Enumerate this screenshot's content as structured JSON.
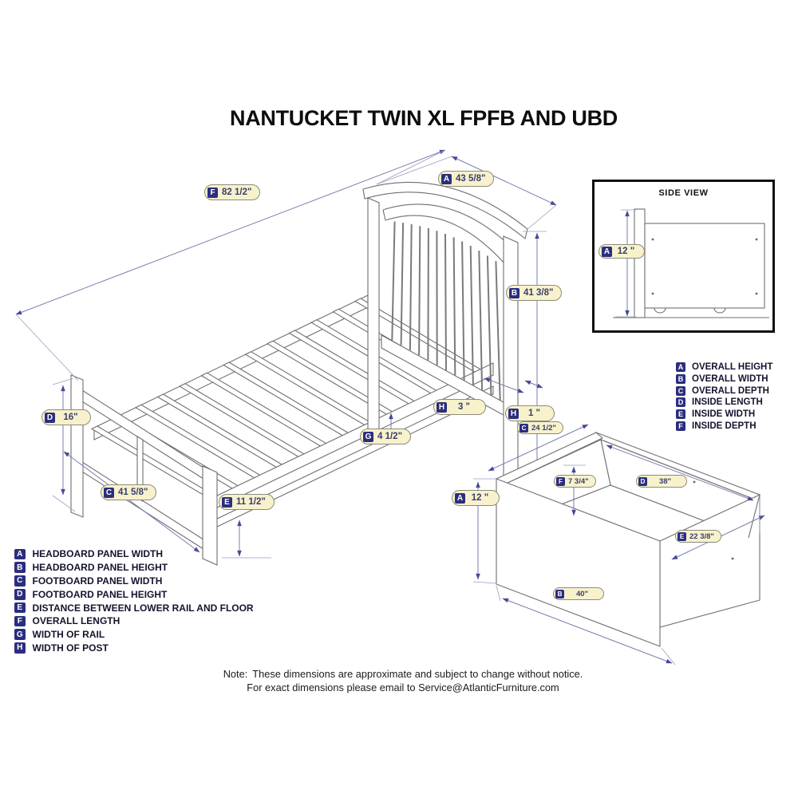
{
  "title": "NANTUCKET TWIN XL FPFB AND UBD",
  "colors": {
    "badge_bg": "#F8F2CC",
    "badge_letter_bg": "#2B2E7F",
    "dim_line": "#787CB0",
    "drawing_line": "#6F6F6F"
  },
  "side_view": {
    "title": "SIDE VIEW",
    "dim": {
      "letter": "A",
      "value": "12 \""
    }
  },
  "bed_dims": {
    "overall_length": {
      "letter": "F",
      "value": "82 1/2\""
    },
    "headboard_width": {
      "letter": "A",
      "value": "43 5/8\""
    },
    "headboard_height": {
      "letter": "B",
      "value": "41 3/8\""
    },
    "footboard_height": {
      "letter": "D",
      "value": "16\""
    },
    "footboard_width": {
      "letter": "C",
      "value": "41 5/8\""
    },
    "rail_to_floor": {
      "letter": "E",
      "value": "11 1/2\""
    },
    "rail_width": {
      "letter": "G",
      "value": "4 1/2\""
    },
    "post_width_3": {
      "letter": "H",
      "value": "3 \""
    },
    "post_width_1": {
      "letter": "H",
      "value": "1 \""
    }
  },
  "drawer_dims": {
    "overall_depth": {
      "letter": "C",
      "value": "24 1/2\""
    },
    "overall_height": {
      "letter": "A",
      "value": "12 \""
    },
    "inside_depth": {
      "letter": "F",
      "value": "7 3/4\""
    },
    "inside_length": {
      "letter": "D",
      "value": "38\""
    },
    "inside_width": {
      "letter": "E",
      "value": "22 3/8\""
    },
    "overall_width": {
      "letter": "B",
      "value": "40\""
    }
  },
  "legend_right": [
    {
      "letter": "A",
      "label": "OVERALL HEIGHT"
    },
    {
      "letter": "B",
      "label": "OVERALL WIDTH"
    },
    {
      "letter": "C",
      "label": "OVERALL DEPTH"
    },
    {
      "letter": "D",
      "label": "INSIDE LENGTH"
    },
    {
      "letter": "E",
      "label": "INSIDE WIDTH"
    },
    {
      "letter": "F",
      "label": "INSIDE DEPTH"
    }
  ],
  "legend_bottom": [
    {
      "letter": "A",
      "label": "HEADBOARD PANEL WIDTH"
    },
    {
      "letter": "B",
      "label": "HEADBOARD PANEL HEIGHT"
    },
    {
      "letter": "C",
      "label": "FOOTBOARD PANEL WIDTH"
    },
    {
      "letter": "D",
      "label": "FOOTBOARD PANEL HEIGHT"
    },
    {
      "letter": "E",
      "label": "DISTANCE BETWEEN LOWER RAIL AND FLOOR"
    },
    {
      "letter": "F",
      "label": "OVERALL LENGTH"
    },
    {
      "letter": "G",
      "label": "WIDTH OF RAIL"
    },
    {
      "letter": "H",
      "label": "WIDTH OF POST"
    }
  ],
  "note": {
    "prefix": "Note:",
    "line1": "These dimensions are approximate and subject to change without notice.",
    "line2": "For exact dimensions please email to Service@AtlanticFurniture.com"
  }
}
